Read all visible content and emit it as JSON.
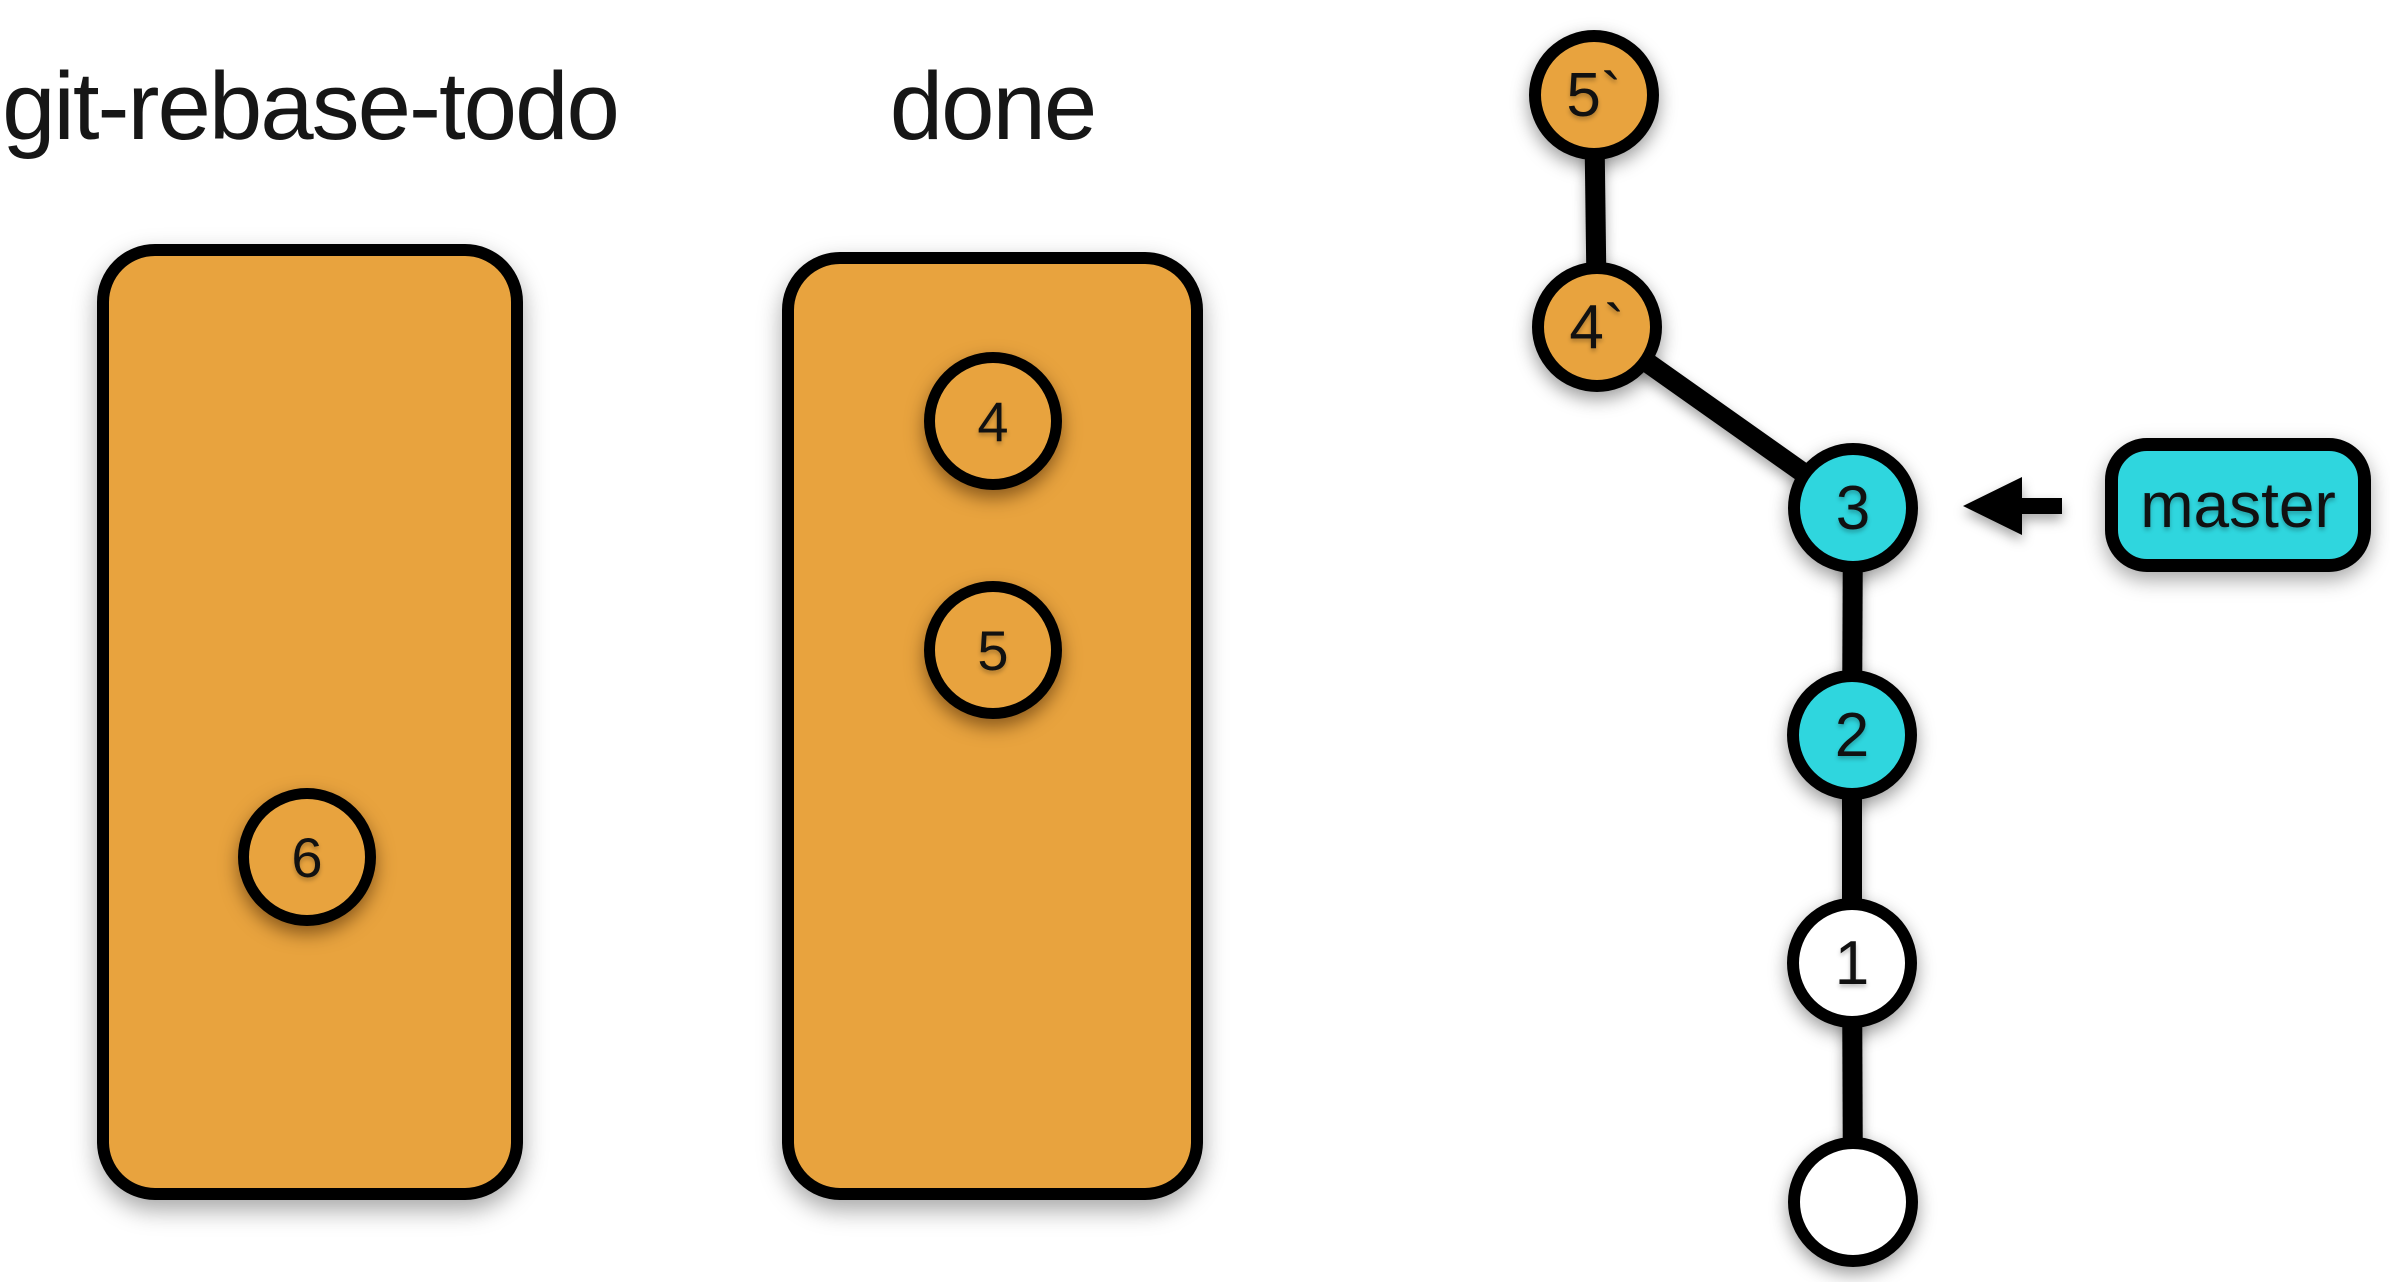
{
  "diagram": {
    "todo_column": {
      "title": "git-rebase-todo",
      "items": [
        {
          "label": "6"
        }
      ]
    },
    "done_column": {
      "title": "done",
      "items": [
        {
          "label": "4"
        },
        {
          "label": "5"
        }
      ]
    },
    "graph": {
      "nodes": [
        {
          "id": "5-prime",
          "label": "5`",
          "color": "#E8A33E"
        },
        {
          "id": "4-prime",
          "label": "4`",
          "color": "#E8A33E"
        },
        {
          "id": "3",
          "label": "3",
          "color": "#2FD6DE"
        },
        {
          "id": "2",
          "label": "2",
          "color": "#2FD6DE"
        },
        {
          "id": "1",
          "label": "1",
          "color": "#FFFFFF"
        },
        {
          "id": "root",
          "label": "",
          "color": "#FFFFFF"
        }
      ],
      "edges": [
        [
          "5-prime",
          "4-prime"
        ],
        [
          "4-prime",
          "3"
        ],
        [
          "3",
          "2"
        ],
        [
          "2",
          "1"
        ],
        [
          "1",
          "root"
        ]
      ],
      "branch": {
        "label": "master",
        "color": "#2FD6DE",
        "points_to": "3"
      }
    },
    "colors": {
      "panel_orange": "#E8A33E",
      "node_cyan": "#2FD6DE",
      "outline_black": "#000000",
      "background": "#FFFFFF"
    }
  }
}
